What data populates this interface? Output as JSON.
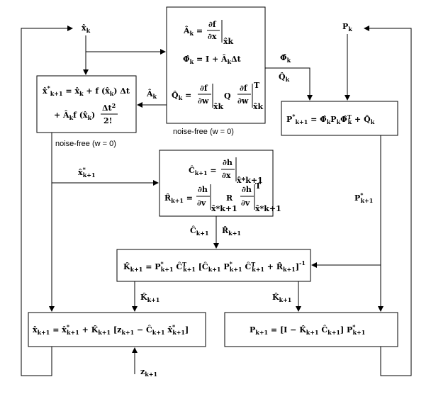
{
  "boxes": {
    "jacobian_phi": {
      "lines": [
        "Â_k = ∂f/∂x |x̂_k",
        "Φ̂_k = I + Â_k Δt",
        "Q̂_k = ∂f/∂w |x̂_k  Q  ∂f/∂w |x̂_k ^T"
      ]
    },
    "state_predict": {
      "lines": [
        "x̂*_k+1 = x̂_k + f (x̂_k) Δt",
        "+ Â_k f (x̂_k) Δt²/2!"
      ]
    },
    "cov_predict": {
      "lines": [
        "P*_k+1 = Φ̂_k P_k Φ̂_k^T + Q̂_k"
      ]
    },
    "meas_jacobian": {
      "lines": [
        "Ĉ_k+1 = ∂h/∂x |x̂*_k+1",
        "R̂_k+1 = ∂h/∂v |x̂*_k+1  R  ∂h/∂v |x̂*_k+1 ^T"
      ]
    },
    "gain": {
      "lines": [
        "K̂_k+1 = P*_k+1 Ĉ^T_k+1 [Ĉ_k+1 P*_k+1 Ĉ^T_k+1 + R̂_k+1]^-1"
      ]
    },
    "state_update": {
      "lines": [
        "x̂_k+1 = x̂*_k+1 + K̂_k+1 [z_k+1 − Ĉ_k+1 x̂*_k+1]"
      ]
    },
    "cov_update": {
      "lines": [
        "P_k+1 = [I − K̂_k+1 Ĉ_k+1] P*_k+1"
      ]
    }
  },
  "notes": {
    "noise_free_top": "noise-free (w = 0)",
    "noise_free_left": "noise-free (w = 0)"
  },
  "signals": {
    "x_k": "x̂_k",
    "P_k": "P_k",
    "Phi_k": "Φ̂_k",
    "Q_k": "Q̂_k",
    "A_k": "Â_k",
    "x_star": "x̂*_k+1",
    "P_star": "P*_k+1",
    "C_k1": "Ĉ_k+1",
    "R_k1": "R̂_k+1",
    "K_left": "K̂_k+1",
    "K_right": "K̂_k+1",
    "z_k1": "z_k+1"
  }
}
